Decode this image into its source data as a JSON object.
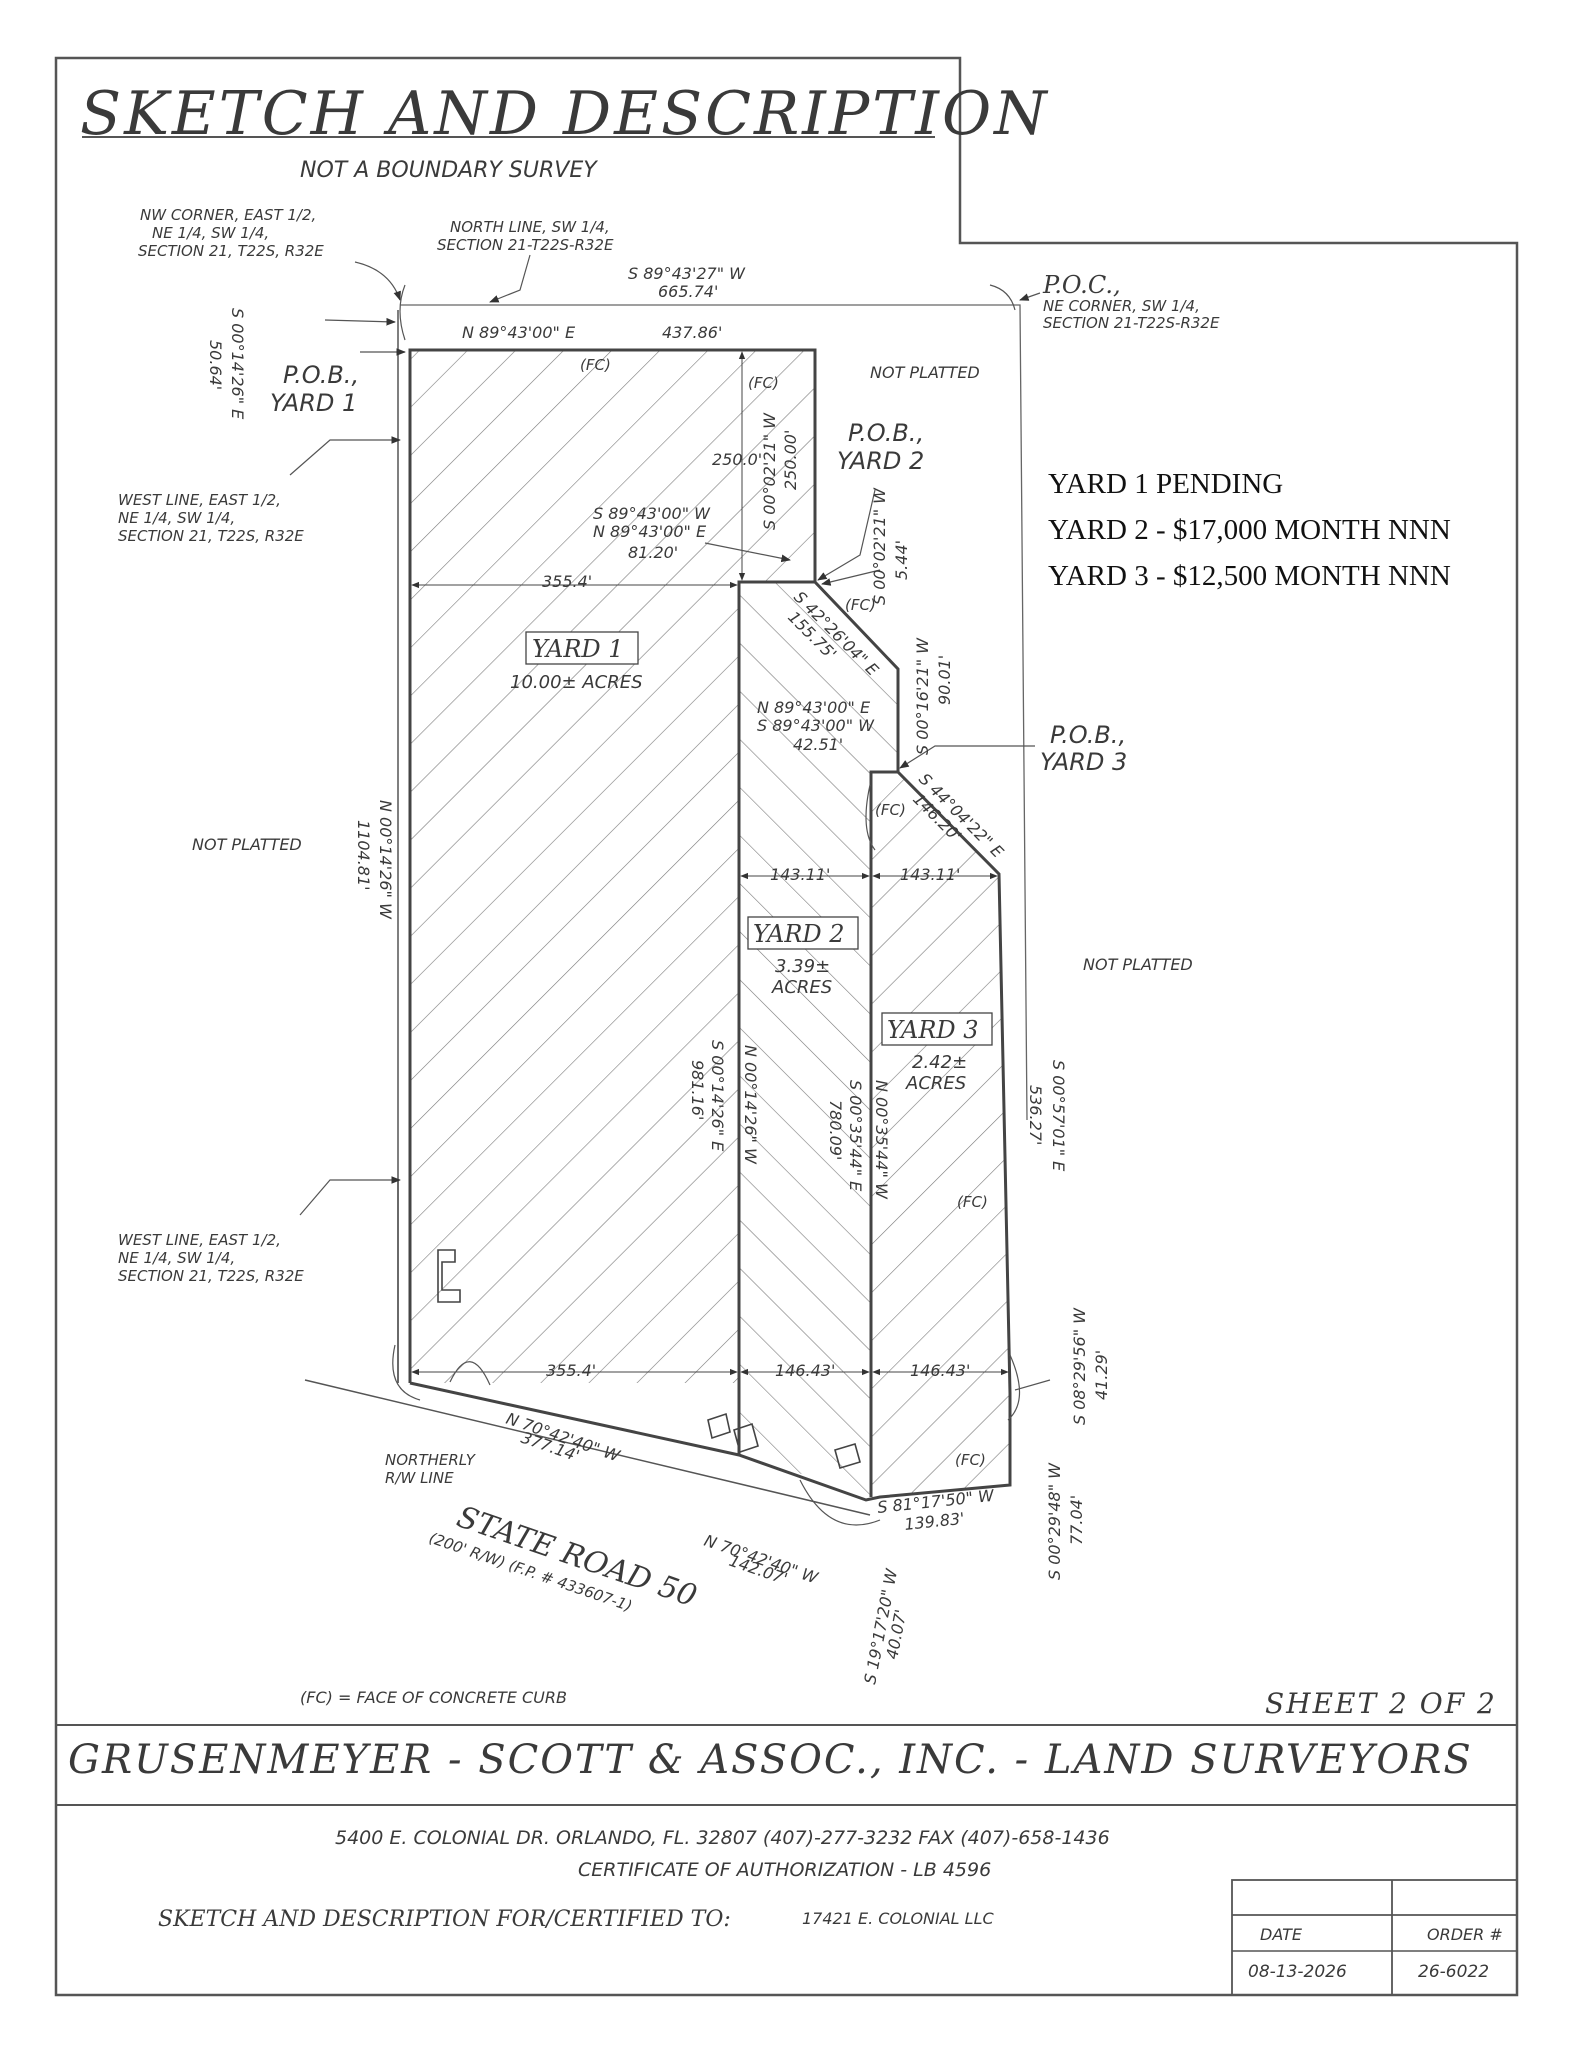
{
  "title": "SKETCH AND DESCRIPTION",
  "subtitle": "NOT A BOUNDARY SURVEY",
  "notes": {
    "nw_corner": [
      "NW CORNER, EAST 1/2,",
      "NE 1/4, SW 1/4,",
      "SECTION 21, T22S, R32E"
    ],
    "north_line": [
      "NORTH LINE, SW 1/4,",
      "SECTION 21-T22S-R32E"
    ],
    "poc": [
      "P.O.C.,",
      "NE CORNER, SW 1/4,",
      "SECTION 21-T22S-R32E"
    ],
    "west_line_upper": [
      "WEST LINE, EAST 1/2,",
      "NE 1/4, SW 1/4,",
      "SECTION 21, T22S, R32E"
    ],
    "west_line_lower": [
      "WEST LINE, EAST 1/2,",
      "NE 1/4, SW 1/4,",
      "SECTION 21, T22S, R32E"
    ],
    "pob_yard1": [
      "P.O.B.,",
      "YARD 1"
    ],
    "pob_yard2": [
      "P.O.B.,",
      "YARD 2"
    ],
    "pob_yard3": [
      "P.O.B.,",
      "YARD 3"
    ],
    "not_platted": "NOT PLATTED",
    "northerly_rw": [
      "NORTHERLY",
      "R/W LINE"
    ],
    "road": "STATE ROAD 50",
    "road_sub": "(200' R/W) (F.P. # 433607-1)",
    "fc_legend": "(FC) = FACE OF CONCRETE CURB",
    "fc": "(FC)"
  },
  "pricing": [
    "YARD 1 PENDING",
    "YARD 2 - $17,000 MONTH NNN",
    "YARD 3 - $12,500 MONTH NNN"
  ],
  "yards": [
    {
      "name": "YARD 1",
      "area": [
        "10.00± ACRES"
      ]
    },
    {
      "name": "YARD 2",
      "area": [
        "3.39±",
        "ACRES"
      ]
    },
    {
      "name": "YARD 3",
      "area": [
        "2.42±",
        "ACRES"
      ]
    }
  ],
  "calls": {
    "north_brg": "S 89°43'27\" W",
    "north_dist": "665.74'",
    "top_brg": "N 89°43'00\" E",
    "top_dist": "437.86'",
    "west_top_brg": "S 00°14'26\" E",
    "west_top_dist": "50.64'",
    "dim_250": "250.0'",
    "east_y1_brg": "S 00°02'21\" W",
    "east_y1_dist": "250.00'",
    "jog_brg1": "S 89°43'00\" W",
    "jog_brg2": "N 89°43'00\" E",
    "jog_dist": "81.20'",
    "short_brg": "S 00°02'21\" W",
    "short_dist": "5.44'",
    "width_355_top": "355.4'",
    "diag1_brg": "S 42°26'04\" E",
    "diag1_dist": "155.75'",
    "east2_brg": "S 00°16'21\" W",
    "east2_dist": "90.01'",
    "jog2_brg1": "N 89°43'00\" E",
    "jog2_brg2": "S 89°43'00\" W",
    "jog2_dist": "42.51'",
    "diag2_brg": "S 44°04'22\" E",
    "diag2_dist": "146.20'",
    "w143a": "143.11'",
    "w143b": "143.11'",
    "west_brg": "N 00°14'26\" W",
    "west_dist": "1104.81'",
    "mid1_brg": "S 00°14'26\" E",
    "mid1_dist": "981.16'",
    "mid2_brg": "N 00°14'26\" W",
    "mid3_brg": "S 00°35'44\" E",
    "mid3_dist": "780.09'",
    "mid4_brg": "N 00°35'44\" W",
    "east3_brg": "S 00°57'01\" E",
    "east3_dist": "536.27'",
    "se1_brg": "S 08°29'56\" W",
    "se1_dist": "41.29'",
    "se2_brg": "S 00°29'48\" W",
    "se2_dist": "77.04'",
    "width_355_bot": "355.4'",
    "w146a": "146.43'",
    "w146b": "146.43'",
    "south1_brg": "N 70°42'40\" W",
    "south1_dist": "377.14'",
    "south2_brg": "N 70°42'40\" W",
    "south2_dist": "142.07'",
    "south3_brg": "S 81°17'50\" W",
    "south3_dist": "139.83'",
    "south4_brg": "S 19°17'20\" W",
    "south4_dist": "40.07'"
  },
  "footer": {
    "sheet": "SHEET 2 OF 2",
    "company": "GRUSENMEYER - SCOTT & ASSOC., INC. - LAND SURVEYORS",
    "address": "5400 E. COLONIAL DR.  ORLANDO, FL. 32807   (407)-277-3232   FAX (407)-658-1436",
    "certificate": "CERTIFICATE OF AUTHORIZATION - LB 4596",
    "certified_label": "SKETCH AND DESCRIPTION FOR/CERTIFIED TO:",
    "certified_to": "17421 E. COLONIAL LLC",
    "date_label": "DATE",
    "date": "08-13-2026",
    "order_label": "ORDER #",
    "order": "26-6022"
  }
}
